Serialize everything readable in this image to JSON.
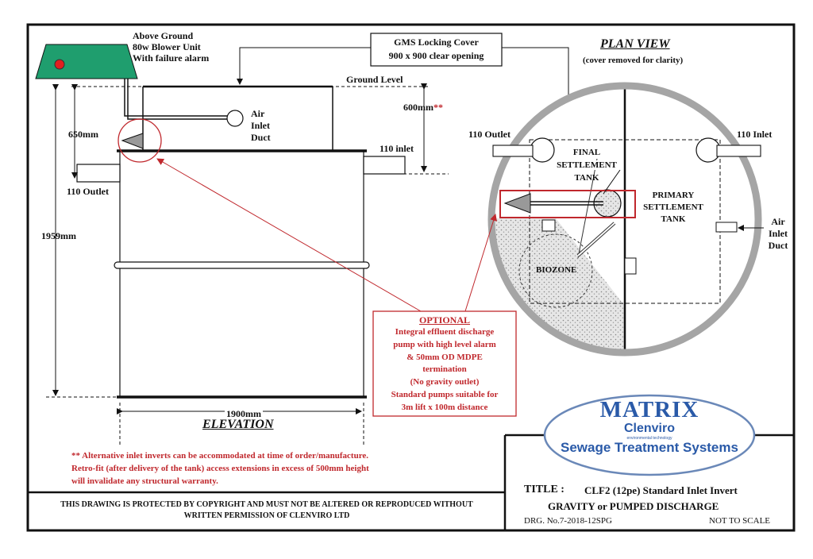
{
  "blower": {
    "lines": [
      "Above  Ground",
      "80w Blower Unit",
      "With failure alarm"
    ]
  },
  "cover": {
    "lines": [
      "GMS Locking Cover",
      "900 x 900 clear opening"
    ]
  },
  "elevation": {
    "ground_level": "Ground Level",
    "dim_600_value": "600mm",
    "dim_600_mark": "**",
    "dim_650": "650mm",
    "dim_1959": "1959mm",
    "dim_1900": "1900mm",
    "title": "ELEVATION",
    "air_inlet": [
      "Air",
      "Inlet",
      "Duct"
    ],
    "inlet": "110 inlet",
    "outlet": "110 Outlet"
  },
  "plan": {
    "title": "PLAN VIEW",
    "subtitle": "(cover removed  for clarity)",
    "outlet": "110 Outlet",
    "inlet": "110 Inlet",
    "final": [
      "FINAL",
      "SETTLEMENT",
      "TANK"
    ],
    "primary": [
      "PRIMARY",
      "SETTLEMENT",
      "TANK"
    ],
    "biozone": "BIOZONE",
    "air": [
      "Air",
      "Inlet",
      "Duct"
    ]
  },
  "optional": {
    "title": "OPTIONAL",
    "lines": [
      "Integral effluent discharge",
      "pump with high level alarm",
      "& 50mm OD MDPE",
      "termination",
      "(No gravity outlet)",
      "Standard pumps suitable for",
      "3m lift x 100m distance"
    ]
  },
  "note": {
    "lines": [
      "** Alternative  inlet inverts can be accommodated  at time of order/manufacture.",
      "Retro-fit (after delivery of the tank) access extensions in excess of 500mm height",
      "will invalidate  any structural warranty."
    ]
  },
  "copyright": {
    "lines": [
      "THIS DRAWING IS PROTECTED BY COPYRIGHT AND MUST NOT BE ALTERED  OR REPRODUCED WITHOUT",
      "WRITTEN PERMISSION OF CLENVIRO LTD"
    ]
  },
  "logo": {
    "matrix": "MATRIX",
    "clenviro": "Clenviro",
    "tagline": "environmental technology",
    "sts": "Sewage Treatment Systems"
  },
  "titleblock": {
    "title_label": "TITLE :",
    "title_value": "CLF2 (12pe) Standard  Inlet Invert",
    "subtitle": "GRAVITY or PUMPED DISCHARGE",
    "drg": "DRG.  No.7-2018-12SPG",
    "scale": "NOT TO SCALE"
  },
  "colors": {
    "accent_red": "#c0282d",
    "logo_blue": "#2a5aa8",
    "blower_green": "#1f9e6e",
    "stipple": "#c8c8c8"
  }
}
